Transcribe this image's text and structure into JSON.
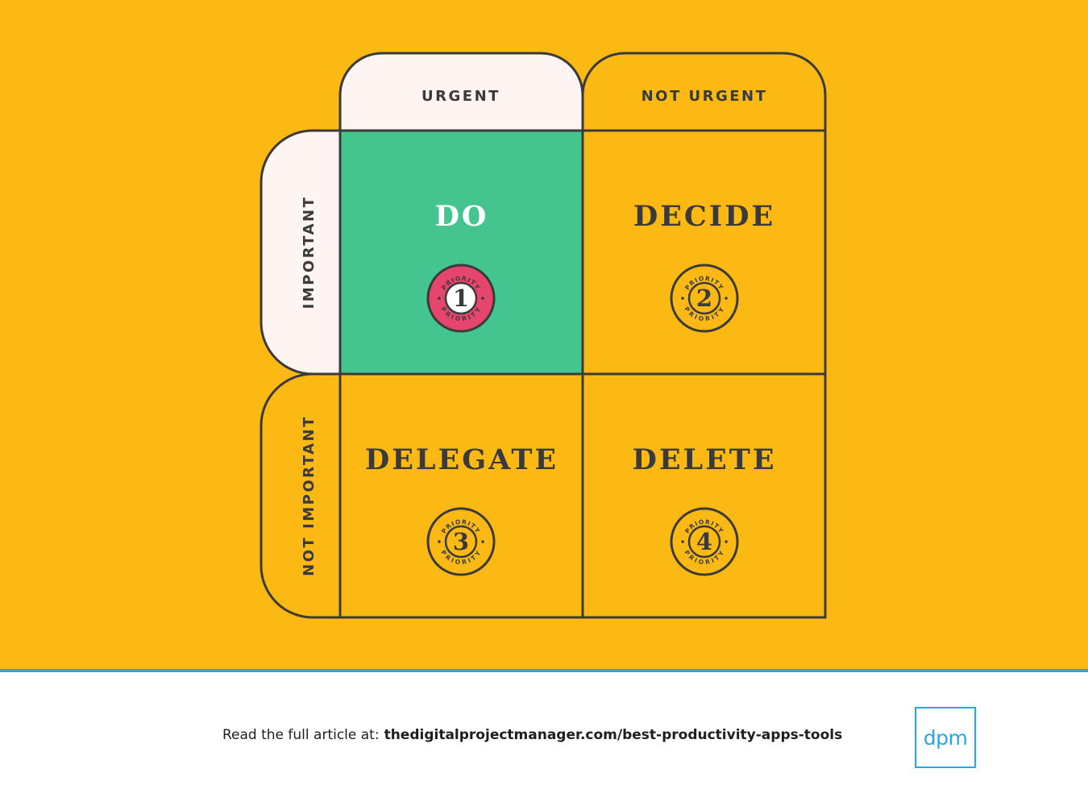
{
  "colors": {
    "background": "#FDB913",
    "header_fill": "#FEF4F1",
    "do_fill": "#44C48E",
    "badge_pink": "#E6456E",
    "outline": "#3a3a3a",
    "accent_blue": "#26A9E0"
  },
  "headers": {
    "urgent": "URGENT",
    "not_urgent": "NOT URGENT",
    "important": "IMPORTANT",
    "not_important": "NOT IMPORTANT"
  },
  "quadrants": [
    {
      "label": "DO",
      "priority": "1",
      "badge_word": "PRIORITY"
    },
    {
      "label": "DECIDE",
      "priority": "2",
      "badge_word": "PRIORITY"
    },
    {
      "label": "DELEGATE",
      "priority": "3",
      "badge_word": "PRIORITY"
    },
    {
      "label": "DELETE",
      "priority": "4",
      "badge_word": "PRIORITY"
    }
  ],
  "footer": {
    "prefix": "Read the full article at:",
    "link": "thedigitalprojectmanager.com/best-productivity-apps-tools",
    "logo": "dpm"
  }
}
